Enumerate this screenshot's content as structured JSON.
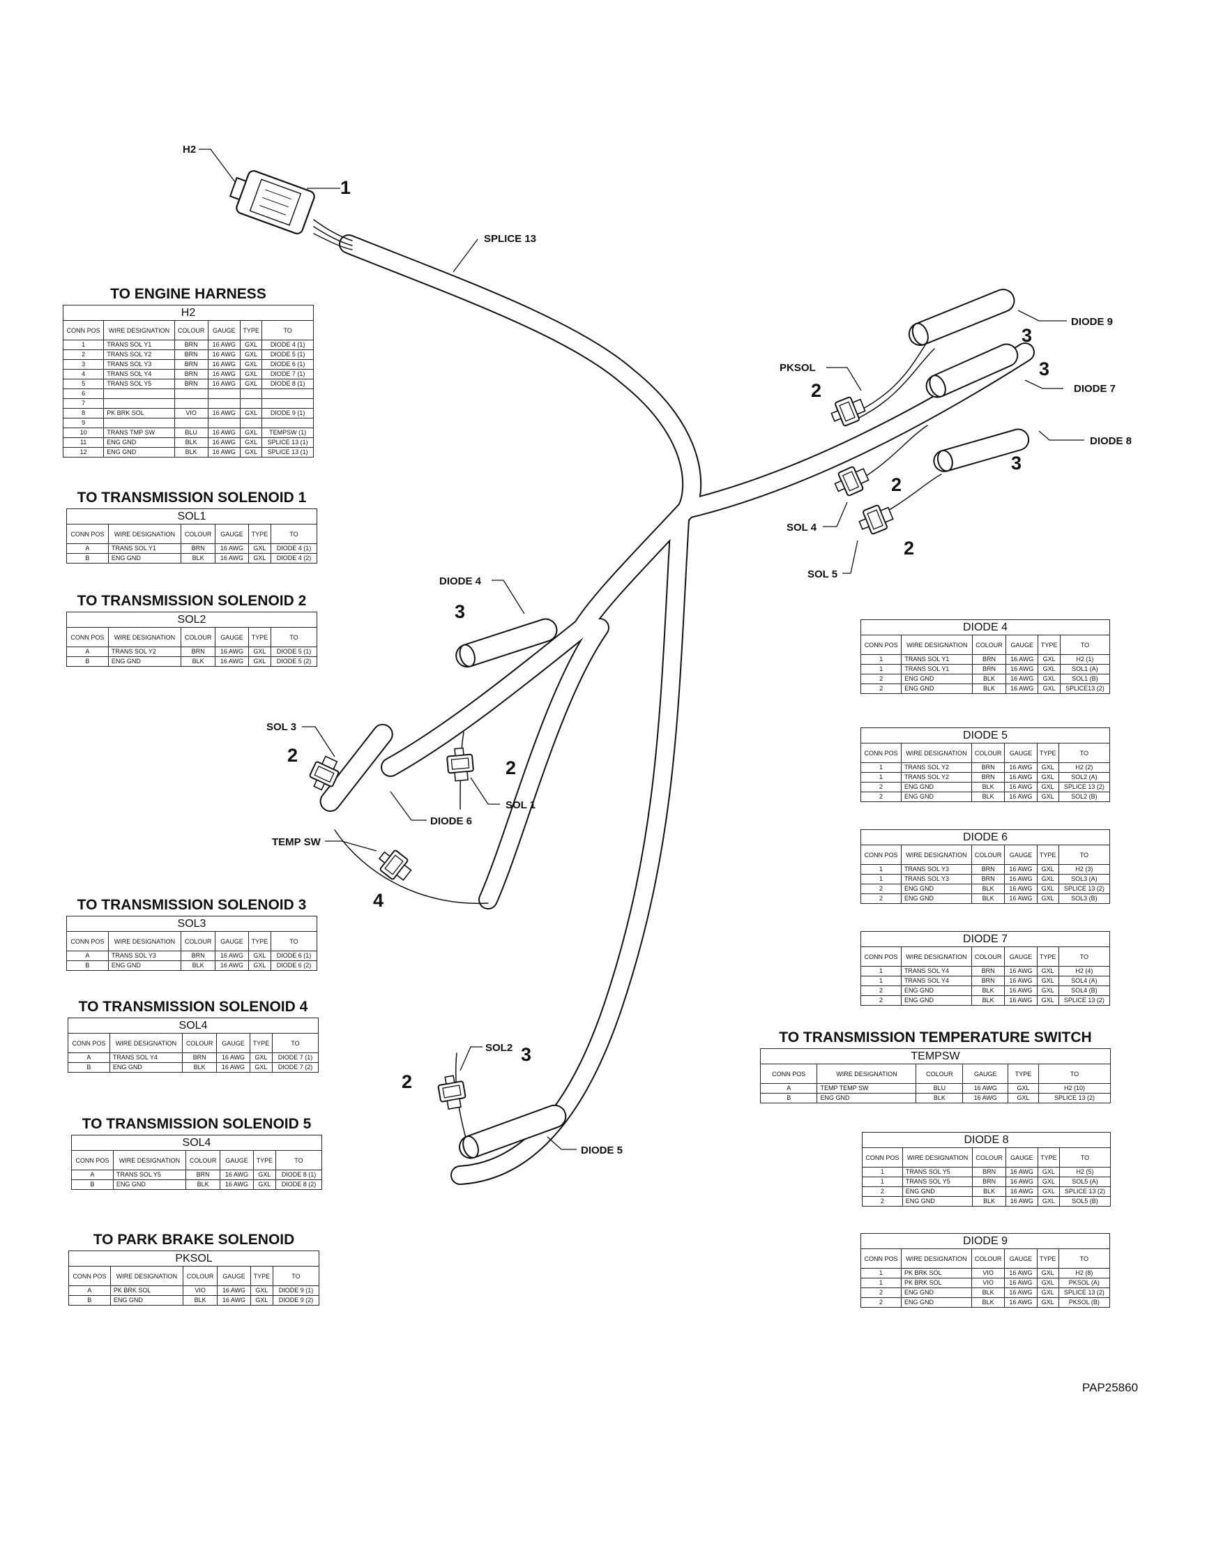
{
  "labels": {
    "h2": "H2",
    "splice13": "SPLICE 13",
    "pksol": "PKSOL",
    "diode9": "DIODE 9",
    "diode7": "DIODE 7",
    "diode8": "DIODE 8",
    "sol4": "SOL 4",
    "sol5": "SOL 5",
    "diode4": "DIODE 4",
    "sol3": "SOL 3",
    "sol1": "SOL 1",
    "diode6": "DIODE 6",
    "tempsw": "TEMP SW",
    "sol2": "SOL2",
    "diode5": "DIODE 5"
  },
  "callouts": [
    "1",
    "2",
    "3",
    "4"
  ],
  "doc_id": "PAP25860",
  "column_headers": [
    "CONN POS",
    "WIRE DESIGNATION",
    "COLOUR",
    "GAUGE",
    "TYPE",
    "TO"
  ],
  "tables": [
    {
      "heading": "TO ENGINE HARNESS",
      "title": "H2",
      "rows": [
        [
          "1",
          "TRANS SOL Y1",
          "BRN",
          "16 AWG",
          "GXL",
          "DIODE 4 (1)"
        ],
        [
          "2",
          "TRANS SOL Y2",
          "BRN",
          "16 AWG",
          "GXL",
          "DIODE 5 (1)"
        ],
        [
          "3",
          "TRANS SOL Y3",
          "BRN",
          "16 AWG",
          "GXL",
          "DIODE 6 (1)"
        ],
        [
          "4",
          "TRANS SOL Y4",
          "BRN",
          "16 AWG",
          "GXL",
          "DIODE 7 (1)"
        ],
        [
          "5",
          "TRANS SOL Y5",
          "BRN",
          "16 AWG",
          "GXL",
          "DIODE 8 (1)"
        ],
        [
          "6",
          "",
          "",
          "",
          "",
          ""
        ],
        [
          "7",
          "",
          "",
          "",
          "",
          ""
        ],
        [
          "8",
          "PK BRK SOL",
          "VIO",
          "16 AWG",
          "GXL",
          "DIODE 9 (1)"
        ],
        [
          "9",
          "",
          "",
          "",
          "",
          ""
        ],
        [
          "10",
          "TRANS TMP SW",
          "BLU",
          "16 AWG",
          "GXL",
          "TEMPSW (1)"
        ],
        [
          "11",
          "ENG GND",
          "BLK",
          "16 AWG",
          "GXL",
          "SPLICE 13 (1)"
        ],
        [
          "12",
          "ENG GND",
          "BLK",
          "16 AWG",
          "GXL",
          "SPLICE 13 (1)"
        ]
      ]
    },
    {
      "heading": "TO TRANSMISSION SOLENOID 1",
      "title": "SOL1",
      "rows": [
        [
          "A",
          "TRANS SOL Y1",
          "BRN",
          "16 AWG",
          "GXL",
          "DIODE 4 (1)"
        ],
        [
          "B",
          "ENG GND",
          "BLK",
          "16 AWG",
          "GXL",
          "DIODE 4 (2)"
        ]
      ]
    },
    {
      "heading": "TO TRANSMISSION SOLENOID 2",
      "title": "SOL2",
      "rows": [
        [
          "A",
          "TRANS SOL Y2",
          "BRN",
          "16 AWG",
          "GXL",
          "DIODE 5 (1)"
        ],
        [
          "B",
          "ENG GND",
          "BLK",
          "16 AWG",
          "GXL",
          "DIODE 5 (2)"
        ]
      ]
    },
    {
      "heading": "TO TRANSMISSION SOLENOID 3",
      "title": "SOL3",
      "rows": [
        [
          "A",
          "TRANS SOL Y3",
          "BRN",
          "16 AWG",
          "GXL",
          "DIODE 6 (1)"
        ],
        [
          "B",
          "ENG GND",
          "BLK",
          "16 AWG",
          "GXL",
          "DIODE 6 (2)"
        ]
      ]
    },
    {
      "heading": "TO TRANSMISSION SOLENOID 4",
      "title": "SOL4",
      "rows": [
        [
          "A",
          "TRANS SOL Y4",
          "BRN",
          "16 AWG",
          "GXL",
          "DIODE 7 (1)"
        ],
        [
          "B",
          "ENG GND",
          "BLK",
          "16 AWG",
          "GXL",
          "DIODE 7 (2)"
        ]
      ]
    },
    {
      "heading": "TO TRANSMISSION SOLENOID 5",
      "title": "SOL4",
      "rows": [
        [
          "A",
          "TRANS SOL Y5",
          "BRN",
          "16 AWG",
          "GXL",
          "DIODE 8 (1)"
        ],
        [
          "B",
          "ENG GND",
          "BLK",
          "16 AWG",
          "GXL",
          "DIODE 8 (2)"
        ]
      ]
    },
    {
      "heading": "TO PARK BRAKE SOLENOID",
      "title": "PKSOL",
      "rows": [
        [
          "A",
          "PK BRK SOL",
          "VIO",
          "16 AWG",
          "GXL",
          "DIODE 9 (1)"
        ],
        [
          "B",
          "ENG GND",
          "BLK",
          "16 AWG",
          "GXL",
          "DIODE 9 (2)"
        ]
      ]
    },
    {
      "heading": "",
      "title": "DIODE 4",
      "rows": [
        [
          "1",
          "TRANS SOL Y1",
          "BRN",
          "16 AWG",
          "GXL",
          "H2 (1)"
        ],
        [
          "1",
          "TRANS SOL Y1",
          "BRN",
          "16 AWG",
          "GXL",
          "SOL1 (A)"
        ],
        [
          "2",
          "ENG GND",
          "BLK",
          "16 AWG",
          "GXL",
          "SOL1 (B)"
        ],
        [
          "2",
          "ENG GND",
          "BLK",
          "16 AWG",
          "GXL",
          "SPLICE13 (2)"
        ]
      ]
    },
    {
      "heading": "",
      "title": "DIODE 5",
      "rows": [
        [
          "1",
          "TRANS SOL Y2",
          "BRN",
          "16 AWG",
          "GXL",
          "H2 (2)"
        ],
        [
          "1",
          "TRANS SOL Y2",
          "BRN",
          "16 AWG",
          "GXL",
          "SOL2 (A)"
        ],
        [
          "2",
          "ENG GND",
          "BLK",
          "16 AWG",
          "GXL",
          "SPLICE 13 (2)"
        ],
        [
          "2",
          "ENG GND",
          "BLK",
          "16 AWG",
          "GXL",
          "SOL2 (B)"
        ]
      ]
    },
    {
      "heading": "",
      "title": "DIODE 6",
      "rows": [
        [
          "1",
          "TRANS SOL Y3",
          "BRN",
          "16 AWG",
          "GXL",
          "H2 (3)"
        ],
        [
          "1",
          "TRANS SOL Y3",
          "BRN",
          "16 AWG",
          "GXL",
          "SOL3 (A)"
        ],
        [
          "2",
          "ENG GND",
          "BLK",
          "16 AWG",
          "GXL",
          "SPLICE 13 (2)"
        ],
        [
          "2",
          "ENG GND",
          "BLK",
          "16 AWG",
          "GXL",
          "SOL3 (B)"
        ]
      ]
    },
    {
      "heading": "",
      "title": "DIODE 7",
      "rows": [
        [
          "1",
          "TRANS SOL Y4",
          "BRN",
          "16 AWG",
          "GXL",
          "H2 (4)"
        ],
        [
          "1",
          "TRANS SOL Y4",
          "BRN",
          "16 AWG",
          "GXL",
          "SOL4 (A)"
        ],
        [
          "2",
          "ENG GND",
          "BLK",
          "16 AWG",
          "GXL",
          "SOL4 (B)"
        ],
        [
          "2",
          "ENG GND",
          "BLK",
          "16 AWG",
          "GXL",
          "SPLICE 13 (2)"
        ]
      ]
    },
    {
      "heading": "TO TRANSMISSION TEMPERATURE SWITCH",
      "title": "TEMPSW",
      "rows": [
        [
          "A",
          "TEMP TEMP SW",
          "BLU",
          "16 AWG",
          "GXL",
          "H2 (10)"
        ],
        [
          "B",
          "ENG GND",
          "BLK",
          "16 AWG",
          "GXL",
          "SPLICE 13 (2)"
        ]
      ]
    },
    {
      "heading": "",
      "title": "DIODE 8",
      "rows": [
        [
          "1",
          "TRANS SOL Y5",
          "BRN",
          "16 AWG",
          "GXL",
          "H2 (5)"
        ],
        [
          "1",
          "TRANS SOL Y5",
          "BRN",
          "16 AWG",
          "GXL",
          "SOL5 (A)"
        ],
        [
          "2",
          "ENG GND",
          "BLK",
          "16 AWG",
          "GXL",
          "SPLICE 13 (2)"
        ],
        [
          "2",
          "ENG GND",
          "BLK",
          "16 AWG",
          "GXL",
          "SOL5 (B)"
        ]
      ]
    },
    {
      "heading": "",
      "title": "DIODE 9",
      "rows": [
        [
          "1",
          "PK BRK SOL",
          "VIO",
          "16 AWG",
          "GXL",
          "H2 (8)"
        ],
        [
          "1",
          "PK BRK SOL",
          "VIO",
          "16 AWG",
          "GXL",
          "PKSOL (A)"
        ],
        [
          "2",
          "ENG GND",
          "BLK",
          "16 AWG",
          "GXL",
          "SPLICE 13 (2)"
        ],
        [
          "2",
          "ENG GND",
          "BLK",
          "16 AWG",
          "GXL",
          "PKSOL (B)"
        ]
      ]
    }
  ]
}
